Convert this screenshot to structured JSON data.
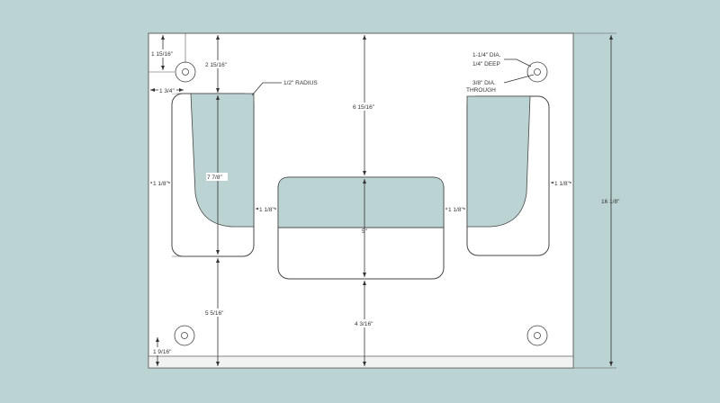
{
  "dimensions": {
    "top_to_hole": "1 15/16\"",
    "side_to_hole": "1 3/4\"",
    "top_to_cutout": "2 15/16\"",
    "cutout_height": "7 7/8\"",
    "cutout_to_bottom": "5 5/16\"",
    "bottom_to_hole": "1 9/16\"",
    "top_to_center_cutout": "6 15/16\"",
    "center_cutout_height": "5\"",
    "center_cutout_to_bottom": "4 3/16\"",
    "side_margin_left": "1 1/8\"",
    "side_margin_right": "1 1/8\"",
    "gap_left": "1 1/8\"",
    "gap_right": "1 1/8\"",
    "overall_height": "16 1/8\""
  },
  "notes": {
    "radius": "1/2\" RADIUS",
    "counterbore_line1": "1-1/4\" DIA.",
    "counterbore_line2": "1/4\" DEEP",
    "through_line1": "3/8\" DIA.",
    "through_line2": "THROUGH"
  },
  "colors": {
    "background": "#bcd3d3",
    "board": "#ffffff",
    "board_edge": "#f1f3f3"
  }
}
